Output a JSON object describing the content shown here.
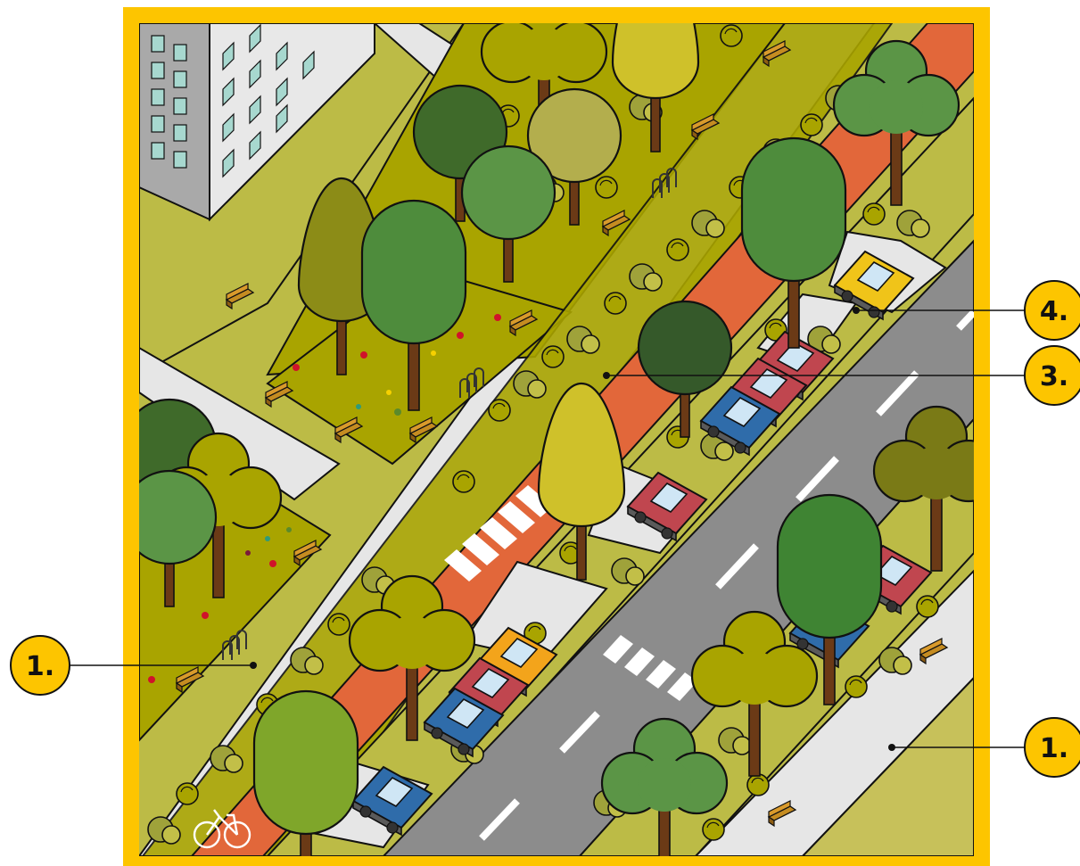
{
  "colors": {
    "frame": "#fdc500",
    "asphalt": "#8c8c8c",
    "bike_lane": "#e2673a",
    "sidewalk": "#e6e6e6",
    "grass_light": "#bcbb46",
    "grass_mid": "#a9a400",
    "building": "#e8e8e8",
    "building_side": "#a9a9a9",
    "window": "#a7d8cf",
    "car_red": "#c0464f",
    "car_blue": "#2f6caa",
    "car_yellow": "#f0c419",
    "car_orange": "#f3a41b"
  },
  "callouts": [
    {
      "id": "sidewalk-left",
      "label": "1."
    },
    {
      "id": "planting-strip",
      "label": "3."
    },
    {
      "id": "parking-bay",
      "label": "4."
    },
    {
      "id": "sidewalk-right",
      "label": "1."
    }
  ],
  "icons": {
    "bike_lane_marker": "bicycle-icon"
  }
}
